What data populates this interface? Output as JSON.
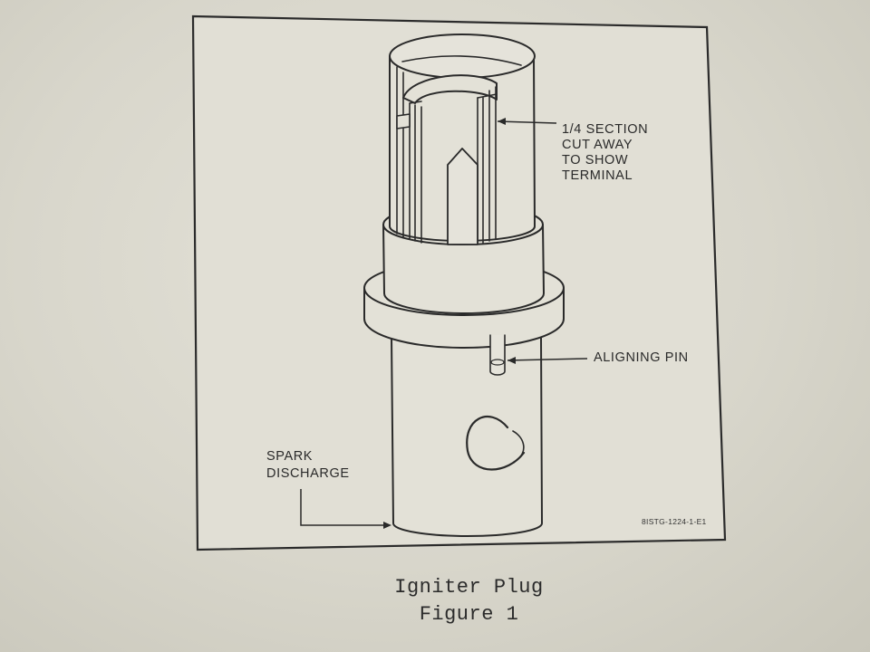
{
  "document": {
    "callouts": {
      "section_lines": [
        "1/4 SECTION",
        "CUT AWAY",
        "TO SHOW",
        "TERMINAL"
      ],
      "aligning_pin": "ALIGNING PIN",
      "spark_lines": [
        "SPARK",
        "DISCHARGE"
      ]
    },
    "drawing_code": "8ISTG-1224-1-E1",
    "caption": {
      "title": "Igniter Plug",
      "figure": "Figure 1"
    }
  },
  "colors": {
    "ink": "#2a2a2a",
    "paper": "#dedcd2",
    "panel": "#e2e0d6"
  }
}
